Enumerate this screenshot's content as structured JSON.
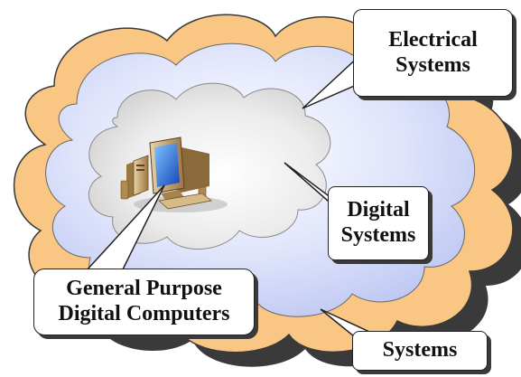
{
  "labels": {
    "electrical": {
      "line1": "Electrical",
      "line2": "Systems"
    },
    "digital": {
      "line1": "Digital",
      "line2": "Systems"
    },
    "computers": {
      "line1": "General Purpose",
      "line2": "Digital Computers"
    },
    "systems": {
      "line1": "Systems"
    }
  },
  "colors": {
    "outer_cloud": "#f9c683",
    "middle_cloud": "#c6cff6",
    "inner_cloud": "#dcdcdc",
    "shadow": "#3a3a3a",
    "monitor_screen": "#2a6fe0",
    "computer_body": "#c8a060"
  },
  "icons": {
    "computer": "desktop-computer-icon"
  }
}
